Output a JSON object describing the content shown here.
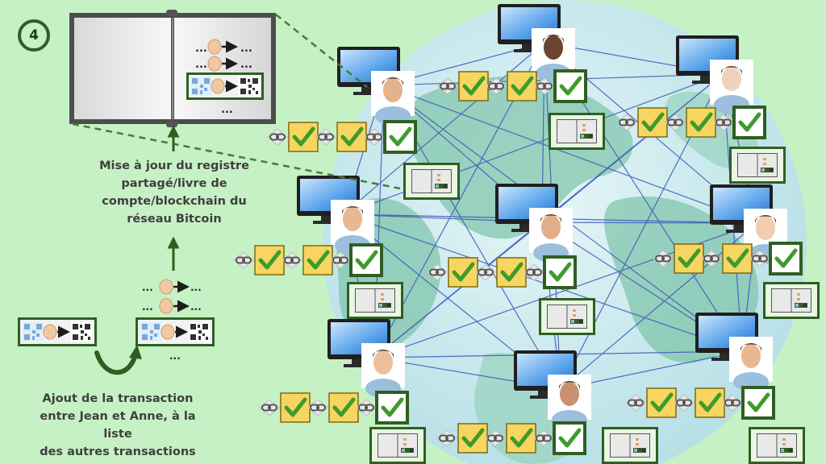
{
  "step": {
    "number": "4"
  },
  "captions": {
    "update_lines": [
      "Mise à jour du registre",
      "partagé/livre de",
      "compte/blockchain du",
      "réseau Bitcoin"
    ],
    "add_lines": [
      "Ajout de la transaction",
      "entre Jean et Anne, à la liste",
      "des autres transactions"
    ]
  },
  "ledger": {
    "ellipsis": "..."
  },
  "palette": {
    "background": "#c6f1c4",
    "accent": "#2e5f22",
    "block": "#f7d560",
    "check": "#3d9b2c",
    "link": "#3a55b8",
    "screen": "#6fb3f0"
  },
  "icons": [
    "step-number-icon",
    "ledger-book-icon",
    "qr-code-icon",
    "bitcoin-coin-icon",
    "right-arrow-icon",
    "curved-arrow-icon",
    "up-arrow-icon",
    "computer-monitor-icon",
    "user-avatar-icon",
    "chain-link-icon",
    "checkmark-block-icon",
    "globe-icon"
  ]
}
